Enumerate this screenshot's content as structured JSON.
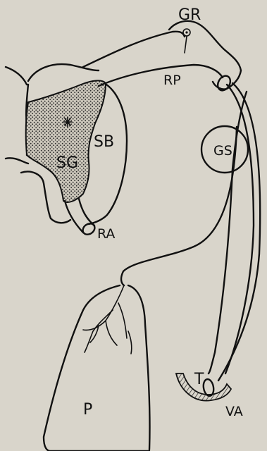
{
  "labels": {
    "gr": "GR",
    "rp": "RP",
    "sb": "SB",
    "sg": "SG",
    "ra": "RA",
    "gs": "GS",
    "p": "P",
    "t": "T",
    "va": "VA"
  },
  "colors": {
    "paper": "#d9d5cb",
    "ink": "#111111"
  }
}
